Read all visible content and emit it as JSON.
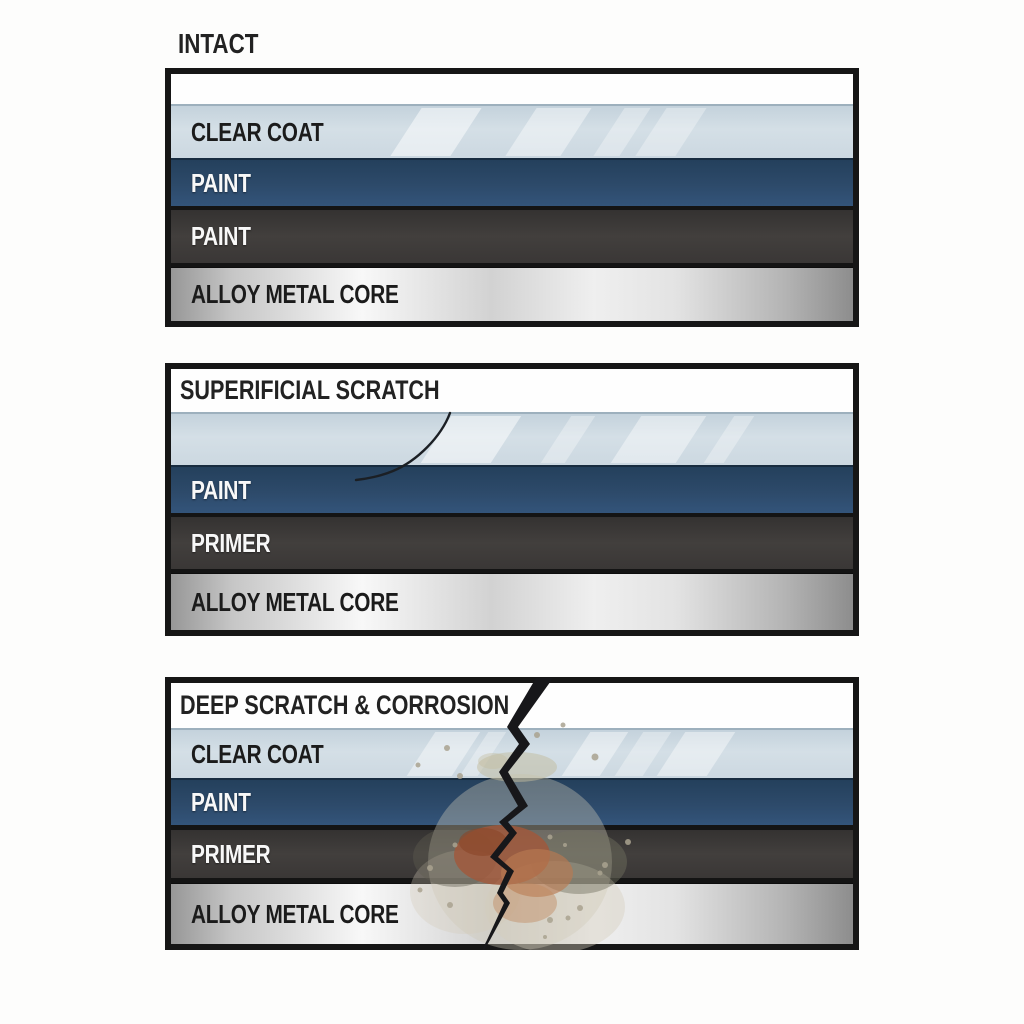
{
  "panels": [
    {
      "name": "intact",
      "title": "INTACT",
      "title_placement": "above-box",
      "defect": "none",
      "layers": [
        {
          "name": "surface",
          "label": ""
        },
        {
          "name": "clear-coat",
          "label": "CLEAR COAT"
        },
        {
          "name": "paint",
          "label": "PAINT"
        },
        {
          "name": "paint-lower",
          "label": "PAINT"
        },
        {
          "name": "alloy-metal-core",
          "label": "ALLOY METAL CORE"
        }
      ]
    },
    {
      "name": "superficial-scratch",
      "title": "SUPERIFICIAL SCRATCH",
      "title_placement": "inside-top",
      "defect": "curved-scratch-in-clear-coat",
      "layers": [
        {
          "name": "clear-coat",
          "label": ""
        },
        {
          "name": "paint",
          "label": "PAINT"
        },
        {
          "name": "primer",
          "label": "PRIMER"
        },
        {
          "name": "alloy-metal-core",
          "label": "ALLOY METAL CORE"
        }
      ]
    },
    {
      "name": "deep-scratch-corrosion",
      "title": "DEEP SCRATCH & CORROSION",
      "title_placement": "inside-top",
      "defect": "jagged-crack-through-all-layers-with-rust-corrosion",
      "layers": [
        {
          "name": "clear-coat",
          "label": "CLEAR COAT"
        },
        {
          "name": "paint",
          "label": "PAINT"
        },
        {
          "name": "primer",
          "label": "PRIMER"
        },
        {
          "name": "alloy-metal-core",
          "label": "ALLOY METAL CORE"
        }
      ]
    }
  ],
  "colors": {
    "clear_coat": "#CDD9E1",
    "paint_blue": "#2D4A6A",
    "primer_gray": "#3E3B3A",
    "alloy_silver_light": "#F8F8F8",
    "alloy_silver_dark": "#8D8D8D",
    "outline_black": "#161616",
    "crack_black": "#17171A",
    "rust_orange": "#A2583A",
    "corrosion_tan": "#CFC8B6"
  }
}
